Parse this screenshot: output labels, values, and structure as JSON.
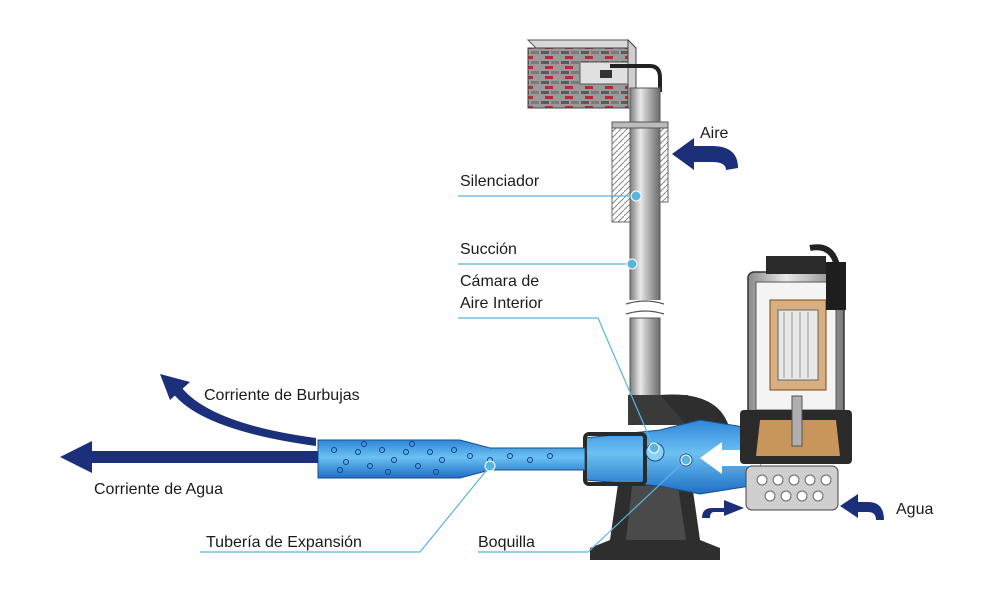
{
  "labels": {
    "aire": "Aire",
    "silenciador": "Silenciador",
    "succion": "Succión",
    "camara_line1": "Cámara de",
    "camara_line2": "Aire Interior",
    "corriente_burbujas": "Corriente de Burbujas",
    "corriente_agua": "Corriente de Agua",
    "tuberia_expansion": "Tubería de Expansión",
    "boquilla": "Boquilla",
    "agua": "Agua"
  },
  "colors": {
    "arrow": "#1b2f7a",
    "leader": "#5ab4e0",
    "water": "#2f8fe0",
    "water_light": "#7cc6f5",
    "pump_body": "#3a3a3a",
    "metal": "#b8b8b8",
    "copper": "#c46a2a"
  },
  "icons": [
    "left-arrow-icon",
    "curved-arrow-icon"
  ]
}
